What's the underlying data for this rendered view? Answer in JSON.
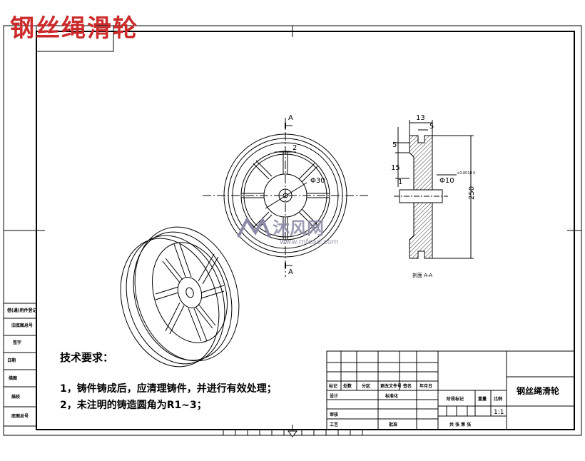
{
  "page_title": "钢丝绳滑轮",
  "notes": {
    "title": "技术要求：",
    "items": [
      "1，铸件铸成后，应清理铸件，并进行有效处理；",
      "2，未注明的铸造圆角为R1~3；"
    ]
  },
  "dimensions": {
    "front_slot_width": "2",
    "front_hub_diameter": "Φ30",
    "section_width": "13",
    "section_groove_depth": "5",
    "section_top": "5",
    "section_mid": "15",
    "section_low": "1",
    "section_bore": "Φ10",
    "section_bore_tol": "+0.0018\n0",
    "section_diameter": "250",
    "section_mark": "A",
    "section_caption": "剖面 A-A"
  },
  "watermark": {
    "brand": "沐风网",
    "url": "www.mfcad.com"
  },
  "title_block": {
    "drawing_name": "钢丝绳滑轮",
    "scale": "1:1",
    "row_labels": [
      "标记",
      "处数",
      "分区",
      "更改文件号",
      "签名",
      "年月日"
    ],
    "design": "设计",
    "standardize": "标准化",
    "review": "审核",
    "process": "工艺",
    "approve": "批准",
    "stage_marks": "阶段标记",
    "weight": "重量",
    "ratio": "比例",
    "sheets": "共  张  第  张"
  },
  "side_column": [
    "借(通)用件登记",
    "旧底图总号",
    "签字",
    "日期",
    "描图",
    "描校",
    "底图总号"
  ],
  "colors": {
    "title_red": "#cc2b2b",
    "line": "#000000",
    "watermark": "#8a8aa8"
  }
}
